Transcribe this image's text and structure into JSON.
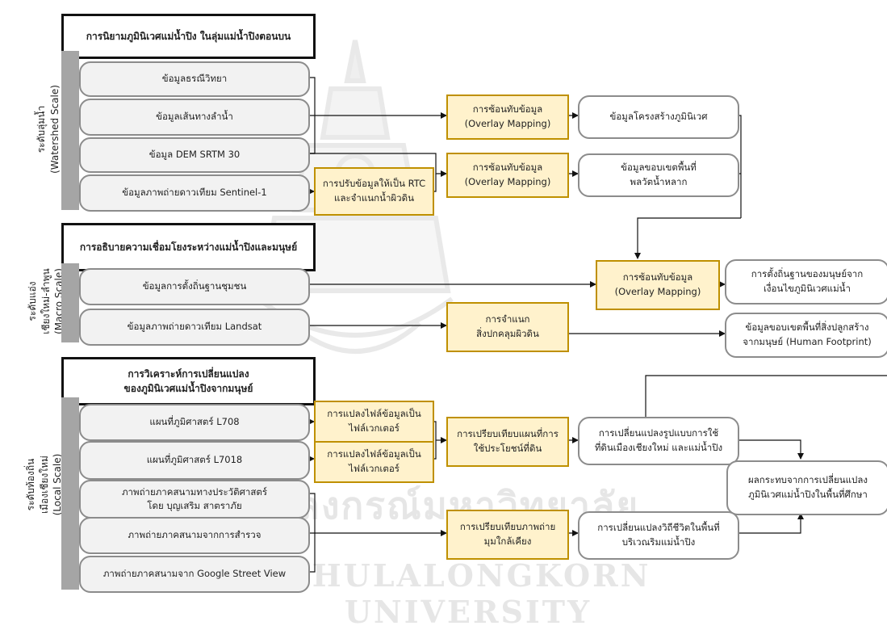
{
  "watermark": {
    "thai": "ลงกรณ์มหาวิทยาลัย",
    "english": "CHULALONGKORN UNIVERSITY"
  },
  "sections": {
    "watershed": {
      "header": "การนิยามภูมินิเวศแม่น้ำปิง ในลุ่มแม่น้ำปิงตอนบน",
      "label_thai": "ระดับลุ่มน้ำ",
      "label_en": "(Watershed Scale)"
    },
    "macro": {
      "header": "การอธิบายความเชื่อมโยงระหว่างแม่น้ำปิงและมนุษย์",
      "label_thai_1": "ระดับแอ่ง",
      "label_thai_2": "เชียงใหม่-ลำพูน",
      "label_en": "(Macro Scale)"
    },
    "local": {
      "header_line1": "การวิเคราะห์การเปลี่ยนแปลง",
      "header_line2": "ของภูมินิเวศแม่น้ำปิงจากมนุษย์",
      "label_thai_1": "ระดับท้องถิ่น",
      "label_thai_2": "เมืองเชียงใหม่",
      "label_en": "(Local Scale)"
    }
  },
  "data_boxes": {
    "geology": "ข้อมูลธรณีวิทยา",
    "waterway": "ข้อมูลเส้นทางลำน้ำ",
    "dem": "ข้อมูล DEM SRTM 30",
    "sentinel": "ข้อมูลภาพถ่ายดาวเทียม Sentinel-1",
    "settlement": "ข้อมูลการตั้งถิ่นฐานชุมชน",
    "landsat": "ข้อมูลภาพถ่ายดาวเทียม Landsat",
    "map_l708": "แผนที่ภูมิศาสตร์ L708",
    "map_l7018": "แผนที่ภูมิศาสตร์ L7018",
    "hist_photo_1": "ภาพถ่ายภาคสนามทางประวัติศาสตร์",
    "hist_photo_2": "โดย บุญเสริม สาตราภัย",
    "survey_photo": "ภาพถ่ายภาคสนามจากการสำรวจ",
    "streetview": "ภาพถ่ายภาคสนามจาก Google Street View"
  },
  "process_boxes": {
    "overlay1_1": "การซ้อนทับข้อมูล",
    "overlay1_2": "(Overlay Mapping)",
    "overlay2_1": "การซ้อนทับข้อมูล",
    "overlay2_2": "(Overlay Mapping)",
    "rtc_1": "การปรับข้อมูลให้เป็น RTC",
    "rtc_2": "และจำแนกน้ำผิวดิน",
    "overlay3_1": "การซ้อนทับข้อมูล",
    "overlay3_2": "(Overlay Mapping)",
    "classify_1": "การจำแนก",
    "classify_2": "สิ่งปกคลุมผิวดิน",
    "convert1_1": "การแปลงไฟล์ข้อมูลเป็น",
    "convert1_2": "ไฟล์เวกเตอร์",
    "convert2_1": "การแปลงไฟล์ข้อมูลเป็น",
    "convert2_2": "ไฟล์เวกเตอร์",
    "compare_map_1": "การเปรียบเทียบแผนที่การ",
    "compare_map_2": "ใช้ประโยชน์ที่ดิน",
    "compare_photo_1": "การเปรียบเทียบภาพถ่าย",
    "compare_photo_2": "มุมใกล้เคียง"
  },
  "output_boxes": {
    "structure": "ข้อมูลโครงสร้างภูมินิเวศ",
    "floodplain_1": "ข้อมูลขอบเขตพื้นที่",
    "floodplain_2": "พลวัตน้ำหลาก",
    "settlement_1": "การตั้งถิ่นฐานของมนุษย์จาก",
    "settlement_2": "เงื่อนไขภูมินิเวศแม่น้ำ",
    "footprint_1": "ข้อมูลขอบเขตพื้นที่สิ่งปลูกสร้าง",
    "footprint_2": "จากมนุษย์ (Human Footprint)",
    "landuse_1": "การเปลี่ยนแปลงรูปแบบการใช้",
    "landuse_2": "ที่ดินเมืองเชียงใหม่ และแม่น้ำปิง",
    "impact_1": "ผลกระทบจากการเปลี่ยนแปลง",
    "impact_2": "ภูมินิเวศแม่น้ำปิงในพื้นที่ศึกษา",
    "lifestyle_1": "การเปลี่ยนแปลงวิถีชีวิตในพื้นที่",
    "lifestyle_2": "บริเวณริมแม่น้ำปิง"
  }
}
